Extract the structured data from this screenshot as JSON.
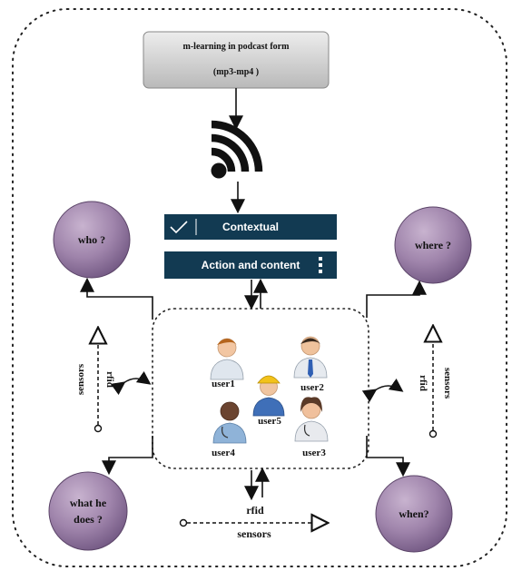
{
  "source_box": {
    "line1": "m-learning in podcast form",
    "line2": "(mp3-mp4 )"
  },
  "icons": {
    "rss": "rss-feed-icon",
    "check": "check-icon",
    "menu": "vertical-dots-menu-icon",
    "user": "user-avatar-icon"
  },
  "bars": {
    "contextual": "Contextual",
    "action": "Action and content"
  },
  "circles": {
    "who": "who ?",
    "where": "where ?",
    "what_line1": "what he",
    "what_line2": "does ?",
    "when": "when?"
  },
  "users": [
    "user1",
    "user2",
    "user3",
    "user4",
    "user5"
  ],
  "labels": {
    "sensors": "sensors",
    "rfid": "rfid"
  },
  "colors": {
    "circle_fill": "#9b7ea6",
    "bar_fill": "#123a52",
    "box_fill": "#d3d3d3"
  }
}
